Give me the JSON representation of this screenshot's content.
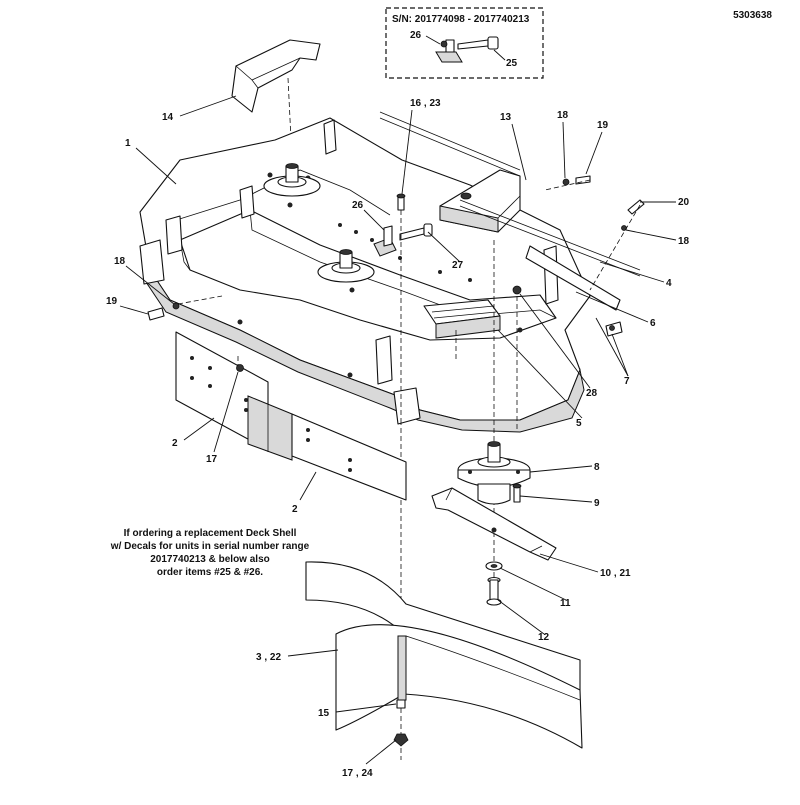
{
  "drawing_number": "5303638",
  "serial_box": {
    "title": "S/N: 201774098 - 2017740213",
    "callouts": [
      "26",
      "25"
    ]
  },
  "note": {
    "lines": [
      "If ordering a replacement Deck Shell",
      "w/ Decals for units in serial number range",
      "2017740213 & below also",
      "order items #25 & #26."
    ]
  },
  "callouts": [
    "14",
    "1",
    "16 , 23",
    "13",
    "18",
    "19",
    "20",
    "18",
    "26",
    "27",
    "4",
    "18",
    "19",
    "6",
    "7",
    "28",
    "5",
    "2",
    "17",
    "2",
    "8",
    "9",
    "10 , 21",
    "11",
    "12",
    "3 , 22",
    "15",
    "17 , 24"
  ]
}
